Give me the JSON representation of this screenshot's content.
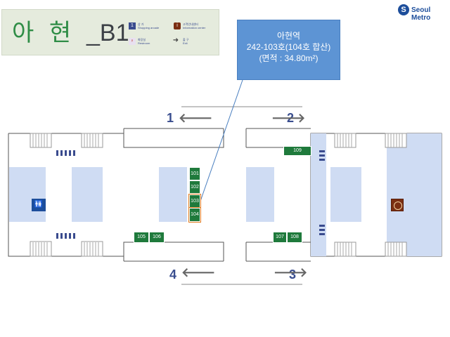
{
  "header": {
    "station": "아  현",
    "level": "_B1",
    "legend": {
      "shopping_label_ko": "상 가",
      "shopping_label_en": "Shopping arcade",
      "info_label_ko": "고객안내센터",
      "info_label_en": "Information center",
      "restroom_label_ko": "화장실",
      "restroom_label_en": "Restroom",
      "exit_label_ko": "출 구",
      "exit_label_en": "Exit"
    }
  },
  "logo": {
    "text": "Seoul Metro",
    "symbol": "S"
  },
  "info_box": {
    "line1": "아현역",
    "line2": "242-103호(104호 합산)",
    "line3": "(면적 : 34.80m²)"
  },
  "exits": [
    {
      "number": "1",
      "arrow": "🡐"
    },
    {
      "number": "2",
      "arrow": "🡒"
    },
    {
      "number": "3",
      "arrow": "🡒"
    },
    {
      "number": "4",
      "arrow": "🡐"
    }
  ],
  "shops": [
    "101",
    "102",
    "103",
    "104",
    "105",
    "106",
    "107",
    "108",
    "109"
  ],
  "highlighted_shops": [
    "103",
    "104"
  ],
  "icons": {
    "restroom": "restroom-icon",
    "information": "information-center-icon",
    "exit": "exit-arrow-icon"
  },
  "colors": {
    "shop": "#1f7a3c",
    "highlight": "#e07b1f",
    "platform": "#cfdcf3",
    "info_box": "#5d94d4"
  }
}
